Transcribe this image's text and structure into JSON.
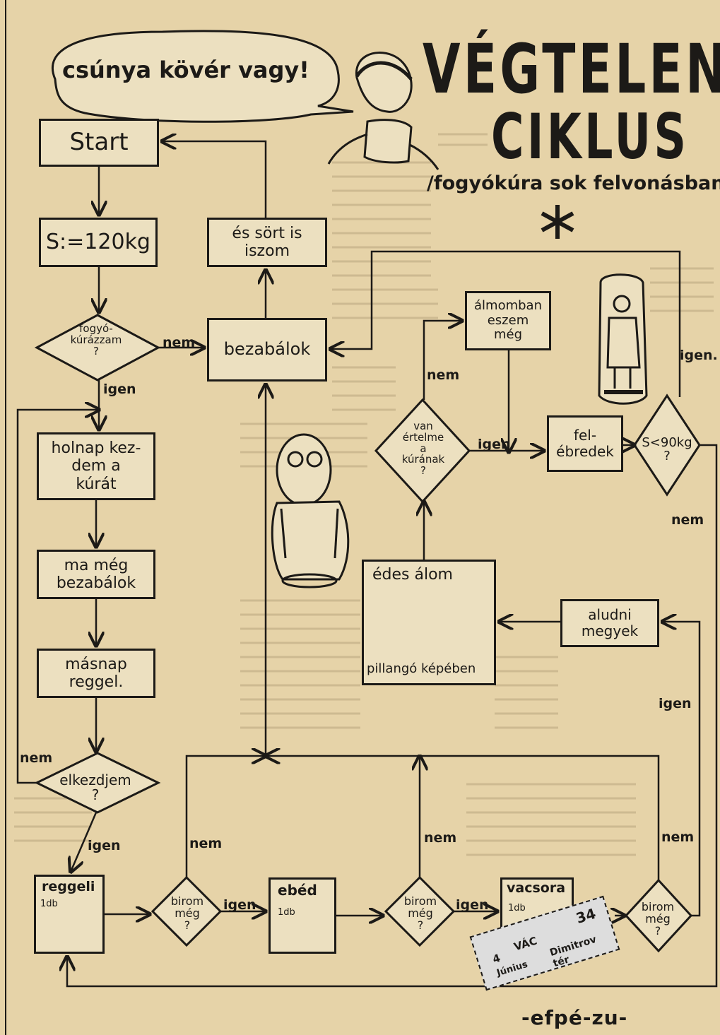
{
  "title": {
    "line1": "VÉGTELEN",
    "line2": "CIKLUS",
    "subtitle": "/fogyókúra sok felvonásban/"
  },
  "speech_bubble": "csúnya kövér vagy!",
  "signature": "-efpé-zu-",
  "boxes": {
    "start": "Start",
    "s_init": "S:=120kg",
    "holnap": "holnap kez-\ndem a\nkúrát",
    "ma_meg": "ma még\nbezabálok",
    "masnap": "másnap\nreggel.",
    "bezabalok": "bezabálok",
    "es_sort": "és sört is\niszom",
    "almomban": "álmomban\neszem\nmég",
    "felebredek": "fel-\nébredek",
    "aludni": "aludni\nmegyek",
    "reggeli": "reggeli",
    "reggeli_qty": "1db",
    "ebed": "ebéd",
    "ebed_qty": "1db",
    "vacsora": "vacsora",
    "vacsora_qty": "1db",
    "edes_alom": "édes álom",
    "pillango": "pillangó képében"
  },
  "decisions": {
    "fogyokurazzam": "fogyó-\nkúrázzam\n?",
    "elkezdjem": "elkezdjem\n?",
    "birom1": "birom\nmég\n?",
    "birom2": "birom\nmég\n?",
    "birom3": "birom\nmég\n?",
    "van_ertelme": "van\nértelme\na\nkúrának\n?",
    "s_less_90": "S<90kg\n?"
  },
  "edge_labels": {
    "nem": "nem",
    "igen": "igen",
    "igen_dot": "igen."
  },
  "ticket": {
    "text1": "VÁC",
    "text2": "Dimitrov tér",
    "text3": "Június",
    "text4": "4",
    "text5": "34"
  },
  "colors": {
    "paper": "#e6d3a8",
    "ink": "#1c1a17"
  }
}
